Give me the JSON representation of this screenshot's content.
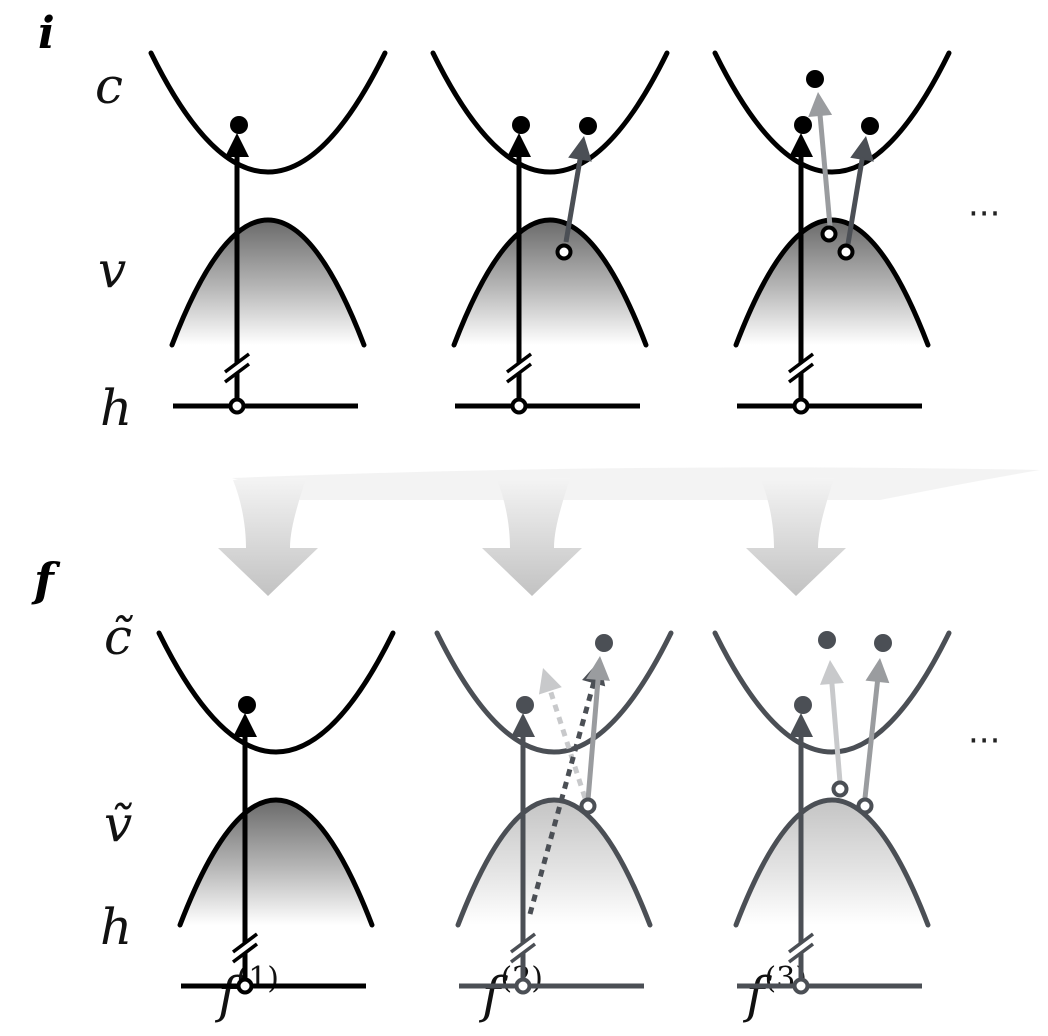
{
  "panels": {
    "initial": "i",
    "final": "f"
  },
  "initial_labels": {
    "conduction": "c",
    "valence": "v",
    "core": "h"
  },
  "final_labels": {
    "conduction": "c̃",
    "valence": "ṽ",
    "core": "h"
  },
  "ellipsis": "···",
  "final_state_labels": [
    {
      "base": "f",
      "sup": "(1)"
    },
    {
      "base": "f",
      "sup": "(2)"
    },
    {
      "base": "f",
      "sup": "(3)"
    }
  ],
  "colors": {
    "black": "#000000",
    "dark_gray": "#4b4f55",
    "mid_gray": "#9a9c9f",
    "light_gray": "#c8c9cb",
    "arrow_fill": "#c4c4c4"
  }
}
